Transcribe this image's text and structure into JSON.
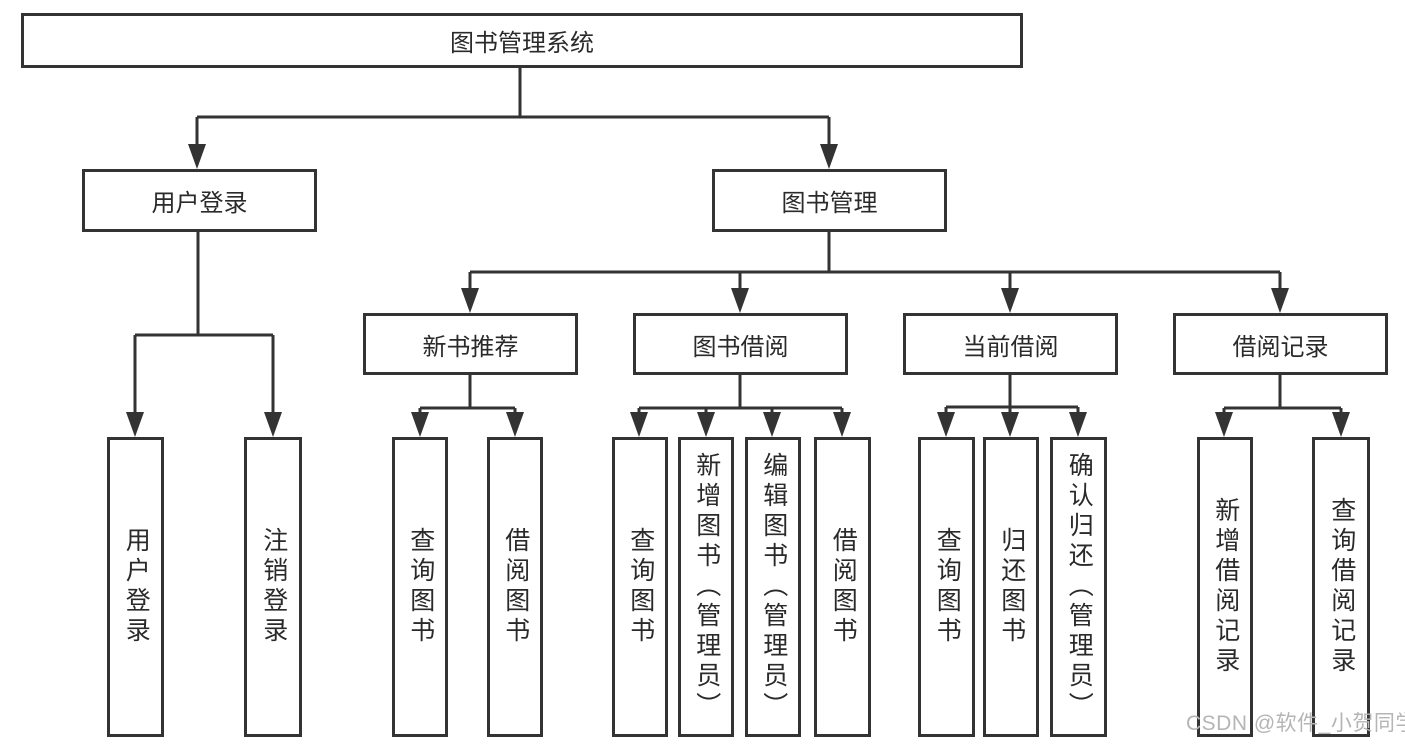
{
  "root": "图书管理系统",
  "level2": [
    "用户登录",
    "图书管理"
  ],
  "level3": [
    "新书推荐",
    "图书借阅",
    "当前借阅",
    "借阅记录"
  ],
  "leaves": {
    "user_login": [
      "用户登录",
      "注销登录"
    ],
    "new_book_recommend": [
      "查询图书",
      "借阅图书"
    ],
    "book_borrow": [
      "查询图书",
      "新增图书（管理员）",
      "编辑图书（管理员）",
      "借阅图书"
    ],
    "current_borrow": [
      "查询图书",
      "归还图书",
      "确认归还（管理员）"
    ],
    "borrow_record": [
      "新增借阅记录",
      "查询借阅记录"
    ]
  },
  "watermark": "CSDN @软件_小贺同学",
  "colors": {
    "line": "#333333",
    "background": "#ffffff",
    "watermark": "#b5b5b5"
  }
}
